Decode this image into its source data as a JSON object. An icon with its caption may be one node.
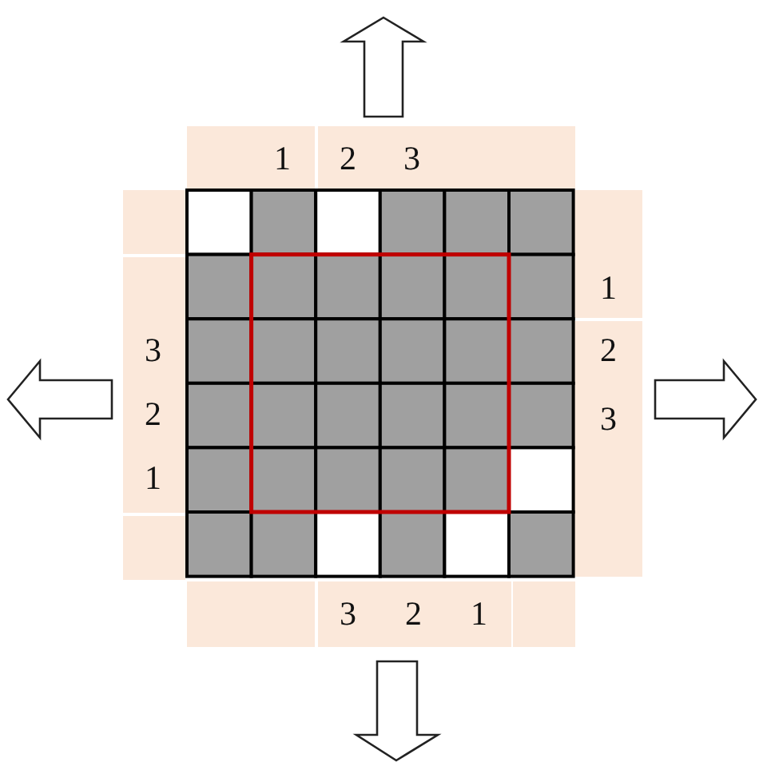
{
  "diagram": {
    "labels": [
      "1",
      "2",
      "3",
      "1",
      "3",
      "2",
      "2",
      "3",
      "1",
      "3",
      "2",
      "1"
    ]
  }
}
